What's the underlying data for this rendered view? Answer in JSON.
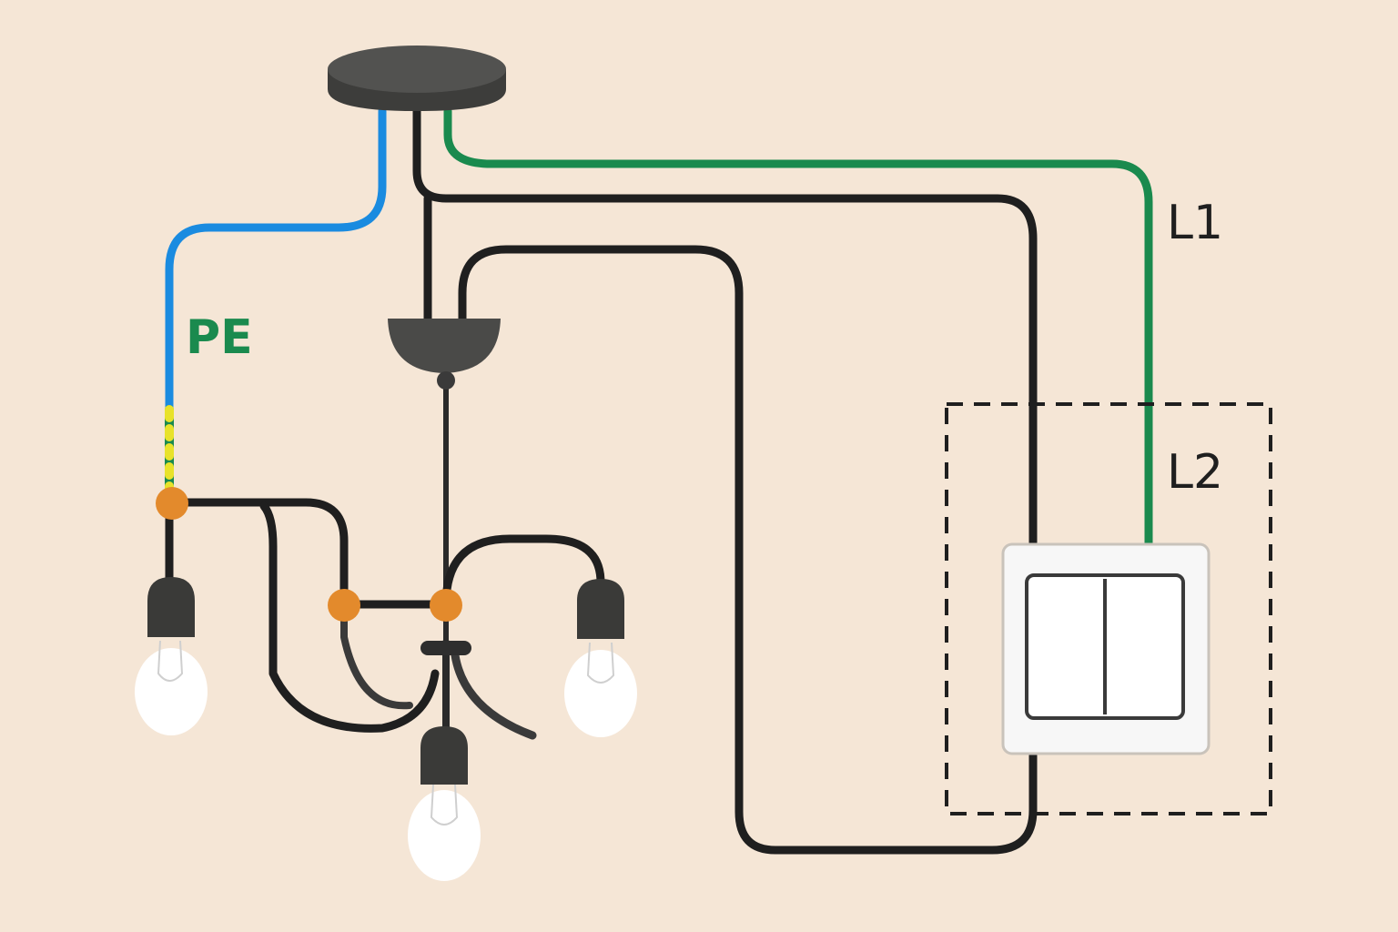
{
  "labels": {
    "pe": "PE",
    "l1": "L1",
    "l2": "L2"
  },
  "colors": {
    "background": "#F5E6D6",
    "wire_black": "#1F1F1F",
    "wire_blue": "#1A8BE0",
    "wire_green": "#1A8A4E",
    "earth_yellow": "#E8E22A",
    "junction_orange": "#E38A2C",
    "fixture_gray": "#4A4A48",
    "bulb_white": "#FFFFFF",
    "switch_plate": "#F7F7F7"
  },
  "icons": {
    "ceiling_rose": "ceiling-rose-icon",
    "chandelier_canopy": "chandelier-canopy-icon",
    "lamp_socket": "lamp-socket-icon",
    "bulb": "light-bulb-icon",
    "switch": "double-rocker-switch-icon",
    "junction": "junction-dot-icon"
  }
}
